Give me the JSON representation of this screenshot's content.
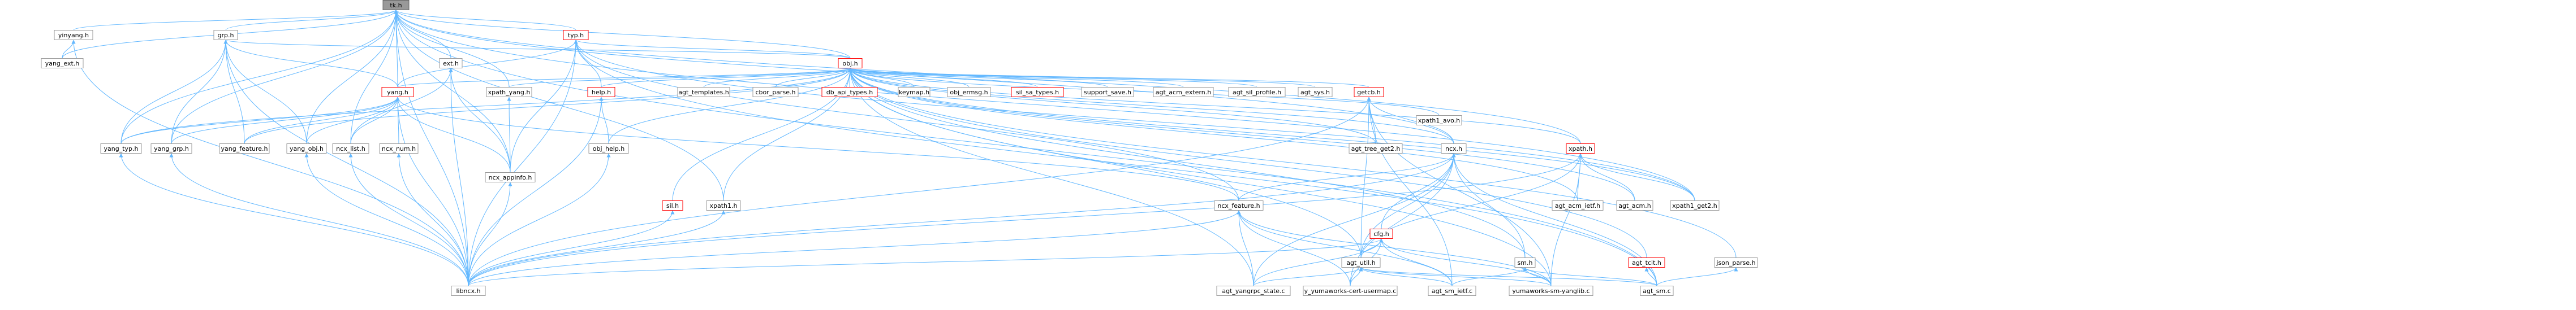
{
  "colors": {
    "edge": "#63b8ff",
    "node_fill": "#ffffff",
    "node_border": "#999999",
    "focus_fill": "#999999",
    "focus_border": "#666666",
    "truncated_border": "#ff0000"
  },
  "nodes": [
    {
      "id": "tk",
      "label": "tk.h",
      "style": "focus"
    },
    {
      "id": "yinyang",
      "label": "yinyang.h"
    },
    {
      "id": "yang_ext",
      "label": "yang_ext.h"
    },
    {
      "id": "grp",
      "label": "grp.h"
    },
    {
      "id": "ext",
      "label": "ext.h"
    },
    {
      "id": "typ",
      "label": "typ.h",
      "style": "truncated"
    },
    {
      "id": "obj",
      "label": "obj.h",
      "style": "truncated"
    },
    {
      "id": "yang",
      "label": "yang.h",
      "style": "truncated"
    },
    {
      "id": "xpath_yang",
      "label": "xpath_yang.h"
    },
    {
      "id": "help",
      "label": "help.h",
      "style": "truncated"
    },
    {
      "id": "agt_templates",
      "label": "agt_templates.h"
    },
    {
      "id": "cbor_parse",
      "label": "cbor_parse.h"
    },
    {
      "id": "db_api_types",
      "label": "db_api_types.h",
      "style": "truncated"
    },
    {
      "id": "keymap",
      "label": "keymap.h"
    },
    {
      "id": "obj_ermsg",
      "label": "obj_ermsg.h"
    },
    {
      "id": "sil_sa_types",
      "label": "sil_sa_types.h",
      "style": "truncated"
    },
    {
      "id": "support_save",
      "label": "support_save.h"
    },
    {
      "id": "agt_acm_extern",
      "label": "agt_acm_extern.h"
    },
    {
      "id": "agt_sil_profile",
      "label": "agt_sil_profile.h"
    },
    {
      "id": "agt_sys",
      "label": "agt_sys.h"
    },
    {
      "id": "getcb",
      "label": "getcb.h",
      "style": "truncated"
    },
    {
      "id": "xpath1_avo",
      "label": "xpath1_avo.h"
    },
    {
      "id": "yang_typ",
      "label": "yang_typ.h"
    },
    {
      "id": "yang_grp",
      "label": "yang_grp.h"
    },
    {
      "id": "yang_feature",
      "label": "yang_feature.h"
    },
    {
      "id": "yang_obj",
      "label": "yang_obj.h"
    },
    {
      "id": "ncx_list",
      "label": "ncx_list.h"
    },
    {
      "id": "ncx_num",
      "label": "ncx_num.h"
    },
    {
      "id": "obj_help",
      "label": "obj_help.h"
    },
    {
      "id": "agt_tree_get2",
      "label": "agt_tree_get2.h"
    },
    {
      "id": "ncx",
      "label": "ncx.h"
    },
    {
      "id": "xpath",
      "label": "xpath.h",
      "style": "truncated"
    },
    {
      "id": "ncx_appinfo",
      "label": "ncx_appinfo.h"
    },
    {
      "id": "sil",
      "label": "sil.h",
      "style": "truncated"
    },
    {
      "id": "xpath1",
      "label": "xpath1.h"
    },
    {
      "id": "ncx_feature",
      "label": "ncx_feature.h"
    },
    {
      "id": "agt_acm_ietf",
      "label": "agt_acm_ietf.h"
    },
    {
      "id": "agt_acm",
      "label": "agt_acm.h"
    },
    {
      "id": "xpath1_get2",
      "label": "xpath1_get2.h"
    },
    {
      "id": "cfg",
      "label": "cfg.h",
      "style": "truncated"
    },
    {
      "id": "agt_util",
      "label": "agt_util.h"
    },
    {
      "id": "libncx",
      "label": "libncx.h"
    },
    {
      "id": "sm",
      "label": "sm.h"
    },
    {
      "id": "agt_tcit",
      "label": "agt_tcit.h",
      "style": "truncated"
    },
    {
      "id": "json_parse",
      "label": "json_parse.h"
    },
    {
      "id": "agt_yangrpc_state",
      "label": "agt_yangrpc_state.c"
    },
    {
      "id": "yumaworks_cert_usermap",
      "label": "y_yumaworks-cert-usermap.c"
    },
    {
      "id": "agt_sm_ietf",
      "label": "agt_sm_ietf.c"
    },
    {
      "id": "yumaworks_sm_yanglib",
      "label": "yumaworks-sm-yanglib.c"
    },
    {
      "id": "agt_sm",
      "label": "agt_sm.c"
    }
  ]
}
